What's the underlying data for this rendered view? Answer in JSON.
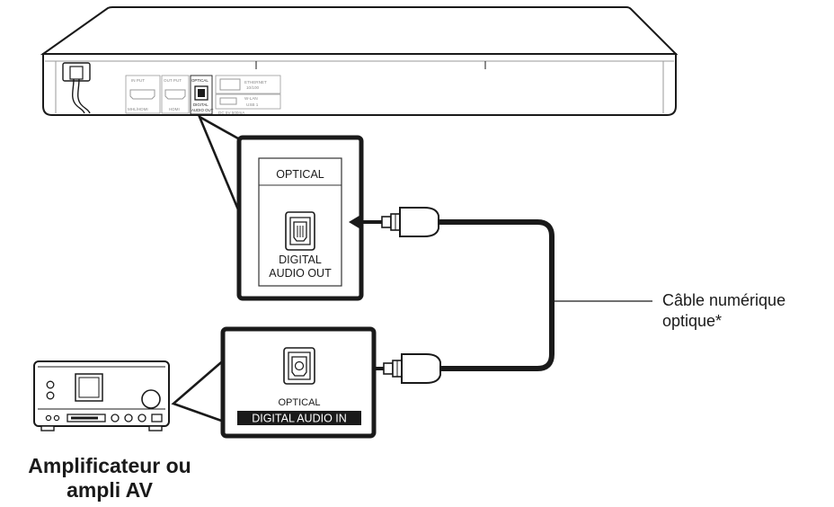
{
  "player": {
    "panel": {
      "input_label": "IN PUT",
      "input_port_label": "MHL/HDMI",
      "output_label": "OUT PUT",
      "output_port_label": "HDMI",
      "optical_label": "OPTICAL",
      "optical_port_label_1": "DIGITAL",
      "optical_port_label_2": "AUDIO OUT",
      "ethernet_label": "ETHERNET",
      "ethernet_speed": "10/100",
      "wlan_label": "W-LAN",
      "usb_label": "USB 1",
      "power_label": "DC 5V 500mA"
    }
  },
  "zoom_out": {
    "title": "OPTICAL",
    "line1": "DIGITAL",
    "line2": "AUDIO OUT"
  },
  "zoom_in": {
    "title": "OPTICAL",
    "label": "DIGITAL AUDIO IN"
  },
  "cable": {
    "line1": "Câble numérique",
    "line2": "optique*"
  },
  "amplifier": {
    "line1": "Amplificateur ou",
    "line2": "ampli AV"
  },
  "colors": {
    "ink": "#1a1a1a",
    "background": "#ffffff",
    "panel_line": "#9a9a9a"
  }
}
